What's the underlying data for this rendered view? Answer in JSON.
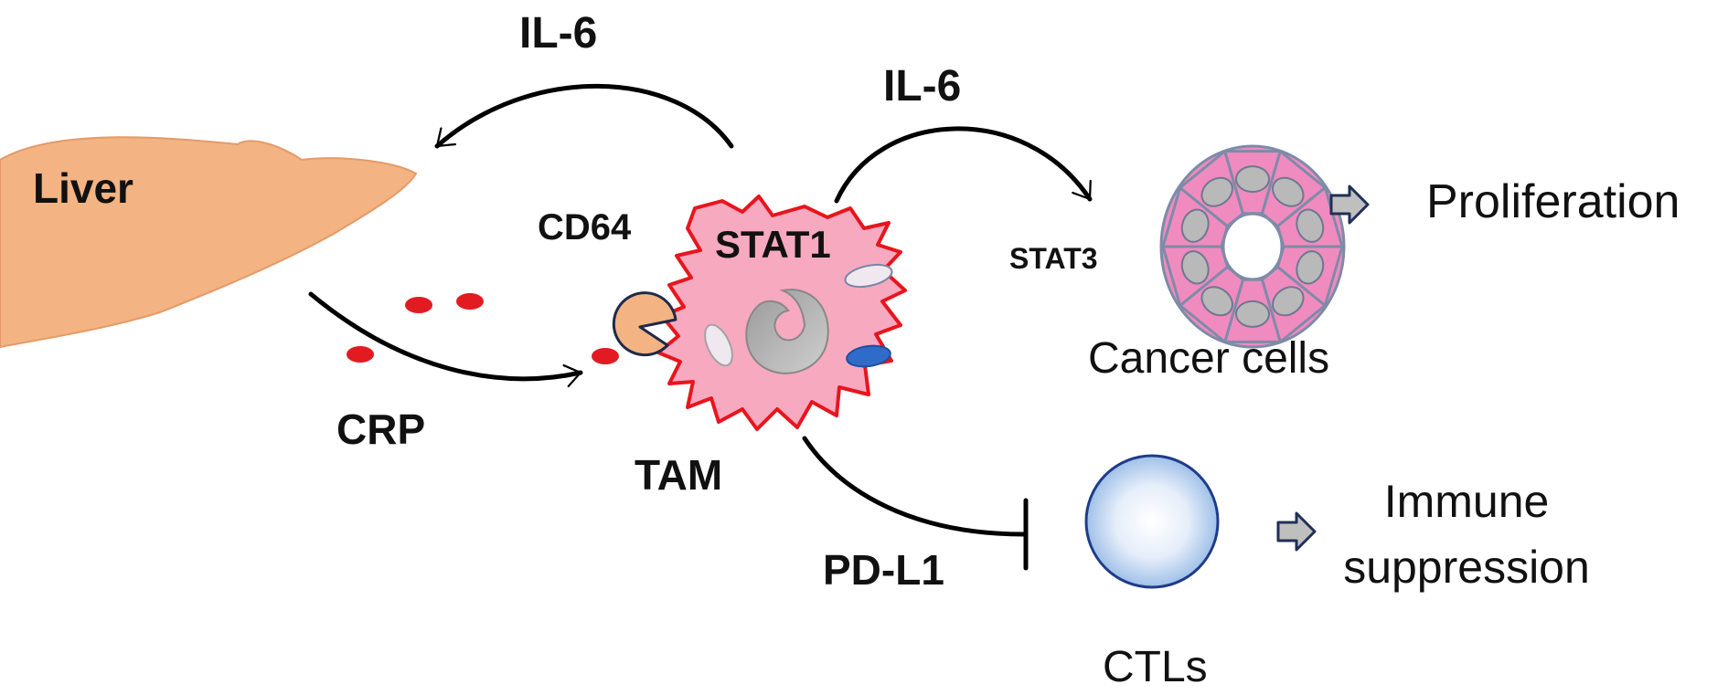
{
  "labels": {
    "il6_liver": "IL-6",
    "il6_cancer": "IL-6",
    "liver": "Liver",
    "cd64": "CD64",
    "stat1": "STAT1",
    "stat3": "STAT3",
    "crp": "CRP",
    "tam": "TAM",
    "pdl1": "PD-L1",
    "cancer_cells": "Cancer cells",
    "proliferation": "Proliferation",
    "ctls": "CTLs",
    "immune_line1": "Immune",
    "immune_line2": "suppression"
  },
  "colors": {
    "liver": "#f3b383",
    "tam_fill": "#f7a9c0",
    "tam_outline": "#e8151d",
    "crp_dot": "#e21b23",
    "cancer_cell_fill": "#f08bbf",
    "cancer_cell_border": "#7e8ba8",
    "ctl_edge": "#9fc0e8",
    "ctl_border": "#1f3c8a",
    "block_arrow_fill": "#bfbfbf",
    "block_arrow_border": "#1f3057",
    "vesicle_blue": "#2f6cc9"
  },
  "icons": {
    "liver": "liver-organ-icon",
    "tam": "macrophage-cell-icon",
    "cd64": "receptor-pacman-icon",
    "cancer_cells": "tumor-gland-icon",
    "ctls": "t-cell-icon",
    "crp": "red-dot-icon",
    "proliferation_arrow": "block-arrow-icon",
    "suppression_arrow": "block-arrow-icon"
  }
}
